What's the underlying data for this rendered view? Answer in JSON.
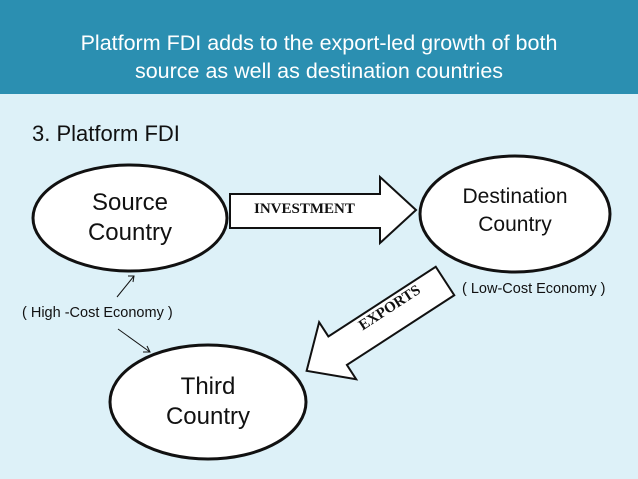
{
  "title": {
    "line1": "Platform FDI adds to the export-led growth of both",
    "line2": "source as well as destination countries"
  },
  "heading": "3. Platform FDI",
  "nodes": {
    "source": {
      "line1": "Source",
      "line2": "Country"
    },
    "destination": {
      "line1": "Destination",
      "line2": "Country"
    },
    "third": {
      "line1": "Third",
      "line2": "Country"
    }
  },
  "arrows": {
    "investment": "INVESTMENT",
    "exports": "EXPORTS"
  },
  "notes": {
    "high_cost": "( High -Cost Economy )",
    "low_cost": "( Low-Cost Economy )"
  },
  "colors": {
    "title_bar": "#2b8fb1",
    "background": "#ddf1f8"
  }
}
